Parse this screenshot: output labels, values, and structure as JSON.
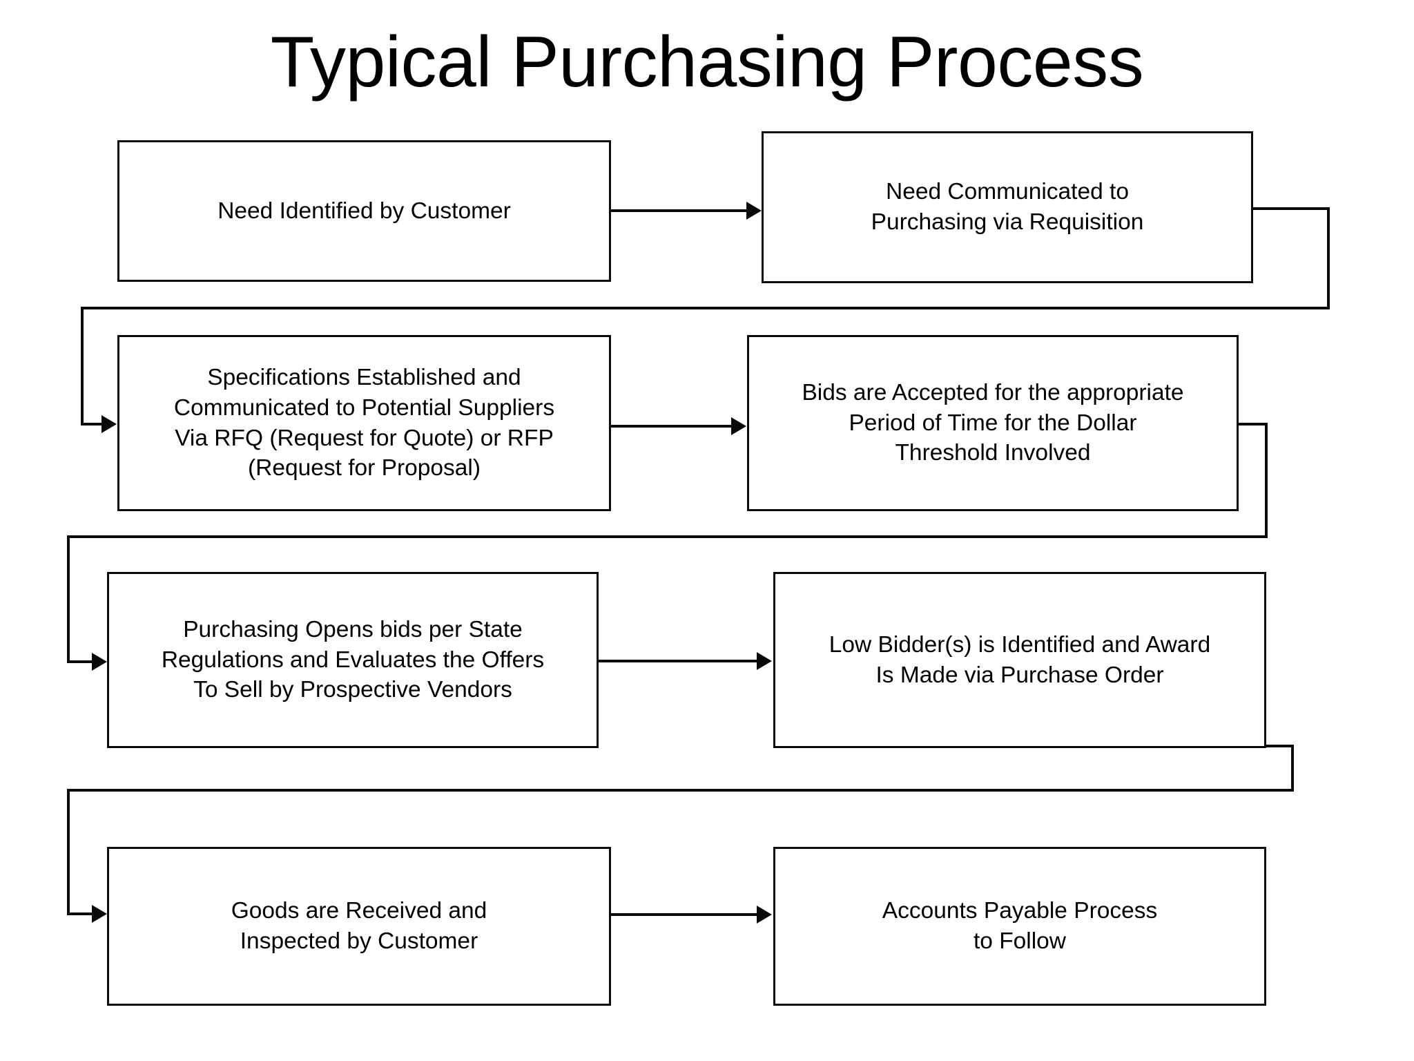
{
  "title": "Typical Purchasing Process",
  "diagram": {
    "type": "flowchart",
    "layout": "serpentine-2-column-4-row",
    "colors": {
      "background": "#ffffff",
      "stroke": "#0a0a0a",
      "text": "#000000",
      "fill": "#ffffff"
    },
    "nodes": [
      {
        "id": "n1",
        "step": 1,
        "label": "Need Identified by Customer"
      },
      {
        "id": "n2",
        "step": 2,
        "label": "Need Communicated to\nPurchasing via Requisition"
      },
      {
        "id": "n3",
        "step": 3,
        "label": "Specifications Established and\nCommunicated to Potential Suppliers\nVia RFQ (Request for Quote) or RFP\n(Request for Proposal)"
      },
      {
        "id": "n4",
        "step": 4,
        "label": "Bids are Accepted for the appropriate\nPeriod of Time for the Dollar\nThreshold Involved"
      },
      {
        "id": "n5",
        "step": 5,
        "label": "Purchasing Opens bids per State\nRegulations and Evaluates the Offers\nTo Sell by Prospective Vendors"
      },
      {
        "id": "n6",
        "step": 6,
        "label": "Low Bidder(s) is Identified and Award\nIs Made via Purchase Order"
      },
      {
        "id": "n7",
        "step": 7,
        "label": "Goods are Received and\nInspected by Customer"
      },
      {
        "id": "n8",
        "step": 8,
        "label": "Accounts Payable Process\nto Follow"
      }
    ],
    "edges": [
      {
        "from": "n1",
        "to": "n2",
        "kind": "straight-right"
      },
      {
        "from": "n2",
        "to": "n3",
        "kind": "wrap-around-left"
      },
      {
        "from": "n3",
        "to": "n4",
        "kind": "straight-right"
      },
      {
        "from": "n4",
        "to": "n5",
        "kind": "wrap-around-left"
      },
      {
        "from": "n5",
        "to": "n6",
        "kind": "straight-right"
      },
      {
        "from": "n6",
        "to": "n7",
        "kind": "wrap-around-left"
      },
      {
        "from": "n7",
        "to": "n8",
        "kind": "straight-right"
      }
    ]
  }
}
